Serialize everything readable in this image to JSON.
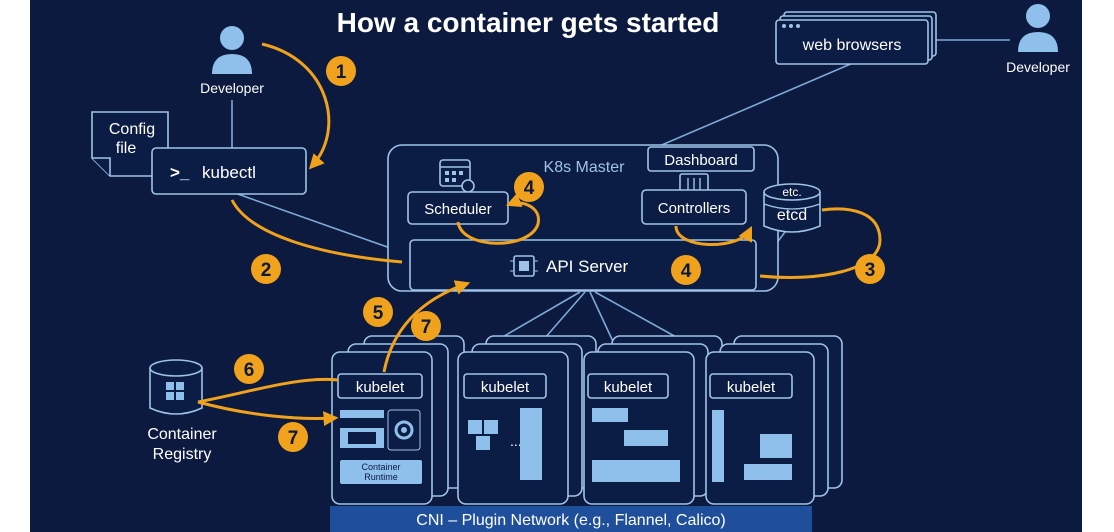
{
  "title": "How a container gets started",
  "developer_left": "Developer",
  "developer_right": "Developer",
  "config_file": [
    "Config",
    "file"
  ],
  "kubectl": "kubectl",
  "kubectl_prompt": ">_",
  "web_browsers": "web browsers",
  "k8s_master": "K8s Master",
  "dashboard": "Dashboard",
  "scheduler": "Scheduler",
  "controllers": "Controllers",
  "etcd": "etcd",
  "etc": "etc.",
  "api_server": "API Server",
  "container_registry": [
    "Container",
    "Registry"
  ],
  "kubelet": "kubelet",
  "container_runtime": [
    "Container",
    "Runtime"
  ],
  "ellipsis": "...",
  "cni": "CNI – Plugin Network (e.g., Flannel, Calico)",
  "steps": [
    "1",
    "2",
    "3",
    "4",
    "4",
    "5",
    "6",
    "7",
    "7"
  ],
  "colors": {
    "background": "#0b1a3e",
    "accent": "#f0a21c",
    "line": "#7fa8d6",
    "box_stroke": "#9fc3e6",
    "cni_bar": "#1f4f9a"
  }
}
